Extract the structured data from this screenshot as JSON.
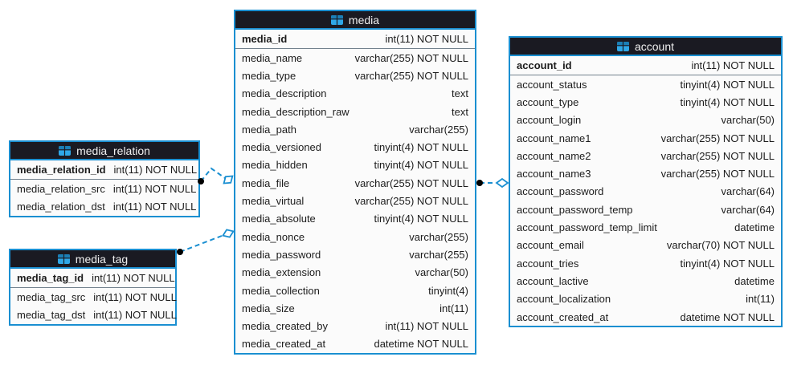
{
  "diagram": {
    "tables": [
      {
        "key": "media",
        "title": "media",
        "primary_key": {
          "name": "media_id",
          "type": "int(11) NOT NULL"
        },
        "fields": [
          {
            "name": "media_name",
            "type": "varchar(255) NOT NULL"
          },
          {
            "name": "media_type",
            "type": "varchar(255) NOT NULL"
          },
          {
            "name": "media_description",
            "type": "text"
          },
          {
            "name": "media_description_raw",
            "type": "text"
          },
          {
            "name": "media_path",
            "type": "varchar(255)"
          },
          {
            "name": "media_versioned",
            "type": "tinyint(4) NOT NULL"
          },
          {
            "name": "media_hidden",
            "type": "tinyint(4) NOT NULL"
          },
          {
            "name": "media_file",
            "type": "varchar(255) NOT NULL"
          },
          {
            "name": "media_virtual",
            "type": "varchar(255) NOT NULL"
          },
          {
            "name": "media_absolute",
            "type": "tinyint(4) NOT NULL"
          },
          {
            "name": "media_nonce",
            "type": "varchar(255)"
          },
          {
            "name": "media_password",
            "type": "varchar(255)"
          },
          {
            "name": "media_extension",
            "type": "varchar(50)"
          },
          {
            "name": "media_collection",
            "type": "tinyint(4)"
          },
          {
            "name": "media_size",
            "type": "int(11)"
          },
          {
            "name": "media_created_by",
            "type": "int(11) NOT NULL"
          },
          {
            "name": "media_created_at",
            "type": "datetime NOT NULL"
          }
        ]
      },
      {
        "key": "media_relation",
        "title": "media_relation",
        "primary_key": {
          "name": "media_relation_id",
          "type": "int(11) NOT NULL"
        },
        "fields": [
          {
            "name": "media_relation_src",
            "type": "int(11) NOT NULL"
          },
          {
            "name": "media_relation_dst",
            "type": "int(11) NOT NULL"
          }
        ]
      },
      {
        "key": "media_tag",
        "title": "media_tag",
        "primary_key": {
          "name": "media_tag_id",
          "type": "int(11) NOT NULL"
        },
        "fields": [
          {
            "name": "media_tag_src",
            "type": "int(11) NOT NULL"
          },
          {
            "name": "media_tag_dst",
            "type": "int(11) NOT NULL"
          }
        ]
      },
      {
        "key": "account",
        "title": "account",
        "primary_key": {
          "name": "account_id",
          "type": "int(11) NOT NULL"
        },
        "fields": [
          {
            "name": "account_status",
            "type": "tinyint(4) NOT NULL"
          },
          {
            "name": "account_type",
            "type": "tinyint(4) NOT NULL"
          },
          {
            "name": "account_login",
            "type": "varchar(50)"
          },
          {
            "name": "account_name1",
            "type": "varchar(255) NOT NULL"
          },
          {
            "name": "account_name2",
            "type": "varchar(255) NOT NULL"
          },
          {
            "name": "account_name3",
            "type": "varchar(255) NOT NULL"
          },
          {
            "name": "account_password",
            "type": "varchar(64)"
          },
          {
            "name": "account_password_temp",
            "type": "varchar(64)"
          },
          {
            "name": "account_password_temp_limit",
            "type": "datetime"
          },
          {
            "name": "account_email",
            "type": "varchar(70) NOT NULL"
          },
          {
            "name": "account_tries",
            "type": "tinyint(4) NOT NULL"
          },
          {
            "name": "account_lactive",
            "type": "datetime"
          },
          {
            "name": "account_localization",
            "type": "int(11)"
          },
          {
            "name": "account_created_at",
            "type": "datetime NOT NULL"
          }
        ]
      }
    ],
    "relations": [
      {
        "from": "media_relation",
        "to": "media",
        "line_style": "dashed"
      },
      {
        "from": "media_tag",
        "to": "media",
        "line_style": "dashed"
      },
      {
        "from": "media",
        "to": "account",
        "line_style": "dashed"
      }
    ],
    "icons": {
      "table_header": "table-grid-icon"
    },
    "colors": {
      "table_border": "#1a8fd1",
      "header_bg": "#1a1a22",
      "header_text": "#f0f0f0",
      "row_bg": "#fbfbfb",
      "row_text": "#1c1c1c",
      "pk_separator": "#72828e",
      "connector": "#1a8fd1",
      "connector_dot": "#000000",
      "icon_blue": "#2fa8e8"
    }
  }
}
